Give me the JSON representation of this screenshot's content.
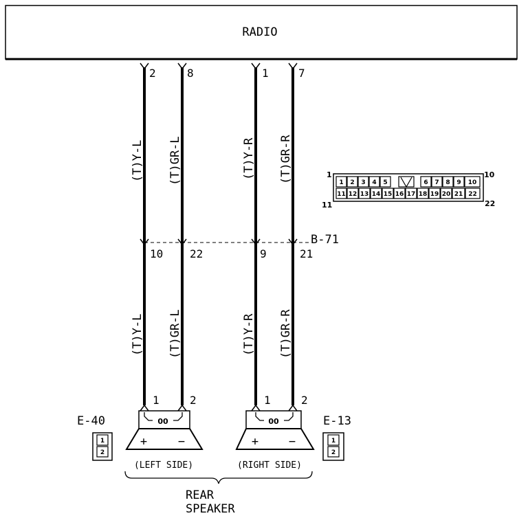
{
  "radio": {
    "label": "RADIO"
  },
  "wires": [
    {
      "top_pin": "2",
      "label_top": "(T)Y-L",
      "mid_pin": "10",
      "label_bottom": "(T)Y-L",
      "speaker_pin": "1"
    },
    {
      "top_pin": "8",
      "label_top": "(T)GR-L",
      "mid_pin": "22",
      "label_bottom": "(T)GR-L",
      "speaker_pin": "2"
    },
    {
      "top_pin": "1",
      "label_top": "(T)Y-R",
      "mid_pin": "9",
      "label_bottom": "(T)Y-R",
      "speaker_pin": "1"
    },
    {
      "top_pin": "7",
      "label_top": "(T)GR-R",
      "mid_pin": "21",
      "label_bottom": "(T)GR-R",
      "speaker_pin": "2"
    }
  ],
  "junction_connector": {
    "name": "B-71"
  },
  "connector_face": {
    "row1": [
      "1",
      "2",
      "3",
      "4",
      "5",
      "6",
      "7",
      "8",
      "9",
      "10"
    ],
    "row2": [
      "11",
      "12",
      "13",
      "14",
      "15",
      "16",
      "17",
      "18",
      "19",
      "20",
      "21",
      "22"
    ],
    "corner_labels": {
      "top_left": "1",
      "top_right": "10",
      "bottom_left": "11",
      "bottom_right": "22"
    }
  },
  "speakers": {
    "left": {
      "connector": "E-40",
      "side_label": "(LEFT SIDE)",
      "plus": "+",
      "minus": "−",
      "coil": "00",
      "plug_pins": [
        "1",
        "2"
      ]
    },
    "right": {
      "connector": "E-13",
      "side_label": "(RIGHT SIDE)",
      "plus": "+",
      "minus": "−",
      "coil": "00",
      "plug_pins": [
        "1",
        "2"
      ]
    }
  },
  "group_label": {
    "line1": "REAR",
    "line2": "SPEAKER"
  }
}
